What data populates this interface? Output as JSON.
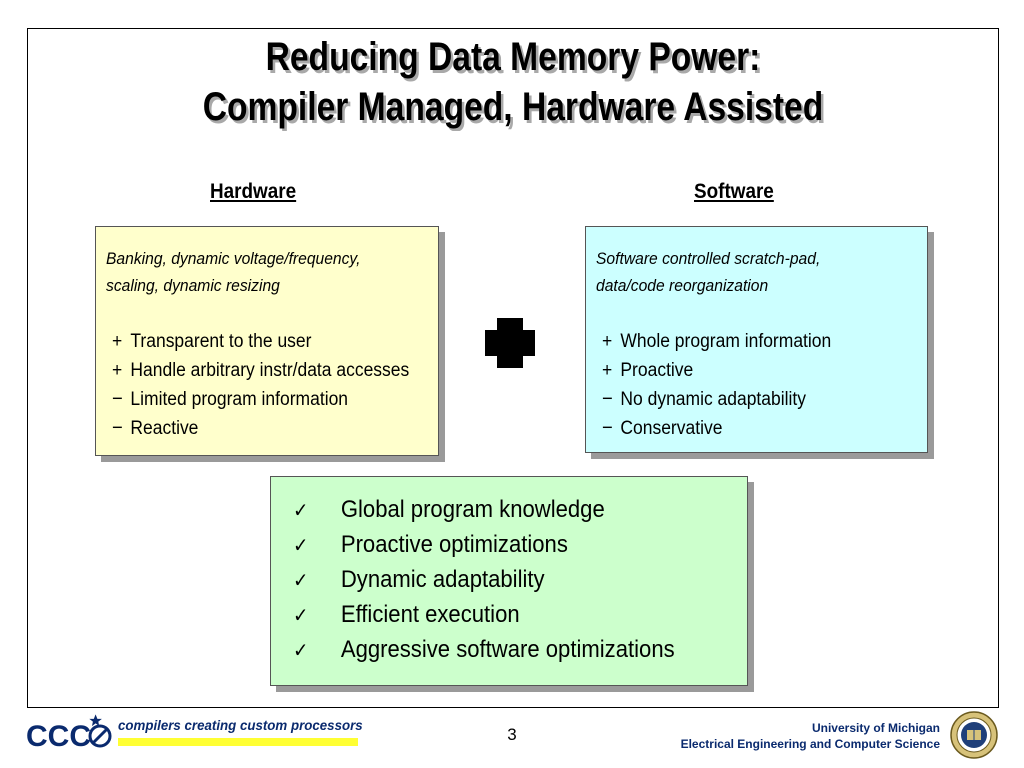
{
  "slide": {
    "title_line1": "Reducing Data Memory Power:",
    "title_line2": "Compiler Managed, Hardware Assisted"
  },
  "hardware": {
    "heading": "Hardware",
    "description": [
      "Banking, dynamic voltage/frequency,",
      "scaling, dynamic resizing"
    ],
    "pros": [
      "Transparent to the user",
      "Handle arbitrary instr/data accesses"
    ],
    "cons": [
      "Limited program information",
      "Reactive"
    ]
  },
  "software": {
    "heading": "Software",
    "description": [
      "Software controlled scratch-pad,",
      "data/code reorganization"
    ],
    "pros": [
      "Whole program information",
      "Proactive"
    ],
    "cons": [
      "No dynamic adaptability",
      "Conservative"
    ]
  },
  "markers": {
    "plus": "+",
    "minus": "−",
    "check": "✓"
  },
  "combined": {
    "items": [
      "Global program knowledge",
      "Proactive optimizations",
      "Dynamic adaptability",
      "Efficient execution",
      "Aggressive software optimizations"
    ]
  },
  "footer": {
    "logo_text": "CCC",
    "tagline": "compilers creating custom processors",
    "page_number": "3",
    "university": "University of Michigan",
    "department": "Electrical Engineering and Computer Science"
  },
  "colors": {
    "hardware_box": "#ffffcc",
    "software_box": "#ccffff",
    "combined_box": "#ccffcc",
    "footer_blue": "#0a2a6e",
    "footer_bar": "#ffff33"
  },
  "icons": {
    "combine": "plus-cross-icon",
    "seal": "university-seal-icon"
  }
}
